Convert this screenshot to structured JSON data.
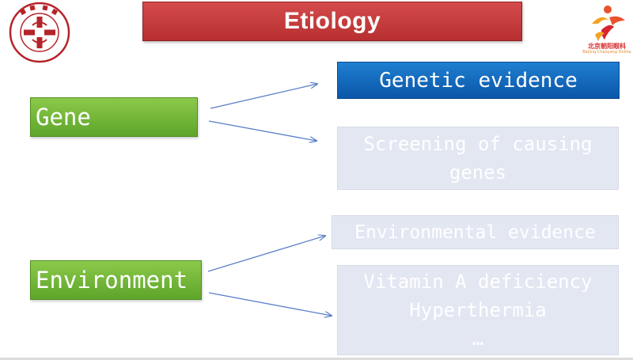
{
  "slide": {
    "title": "Etiology",
    "logos": {
      "left_name": "BEIJING CHAO-YANG HOSPITAL",
      "right_name": "北京朝阳眼科",
      "right_sub": "Beijing Chaoyang Online"
    },
    "nodes": {
      "gene": "Gene",
      "environment": "Environment"
    },
    "boxes": {
      "genetic_evidence": "Genetic evidence",
      "screening_line1": "Screening of causing",
      "screening_line2": "genes",
      "environmental_evidence": "Environmental evidence",
      "vitamin_line1": "Vitamin A deficiency",
      "vitamin_line2": "Hyperthermia",
      "vitamin_line3": "…"
    },
    "colors": {
      "title_red": "#c03a3b",
      "green": "#6fb436",
      "blue": "#1166bb",
      "pale": "#e3e7f2",
      "arrow": "#5a7fc8"
    }
  }
}
